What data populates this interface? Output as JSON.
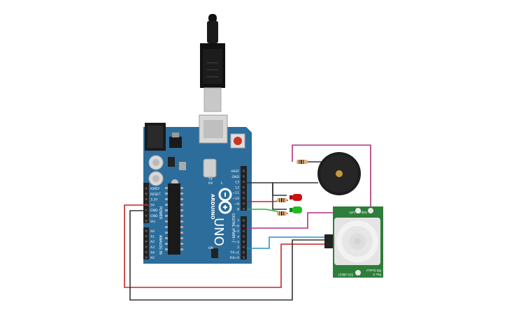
{
  "board": {
    "name": "UNO",
    "brand": "ARDUINO",
    "power_header": "POWER",
    "analog_header": "ANALOG IN",
    "digital_header": "DIGITAL (PWM~)",
    "power_pins": [
      "IOREF",
      "RESET",
      "3.3V",
      "5V",
      "GND",
      "GND",
      "Vin"
    ],
    "analog_pins": [
      "A0",
      "A1",
      "A2",
      "A3",
      "A4",
      "A5"
    ],
    "digital_pins_top": [
      "AREF",
      "GND",
      "13",
      "12",
      "~11",
      "~10",
      "~9",
      "8"
    ],
    "digital_pins_bottom": [
      "7",
      "~6",
      "~5",
      "4",
      "~3",
      "2",
      "TX→1",
      "RX←0"
    ],
    "led_label": "L",
    "tx_label": "TX",
    "rx_label": "RX",
    "on_label": "ON"
  },
  "pir": {
    "top_label": "Adjust, Left",
    "bottom_label_1": "PIR Sensor",
    "bottom_label_2": "Rev A",
    "bottom_label_3": "555-28027"
  },
  "colors": {
    "board": "#2c6d9c",
    "board_dark": "#1f527a",
    "header": "#222222",
    "wire_red": "#cc2222",
    "wire_black": "#333333",
    "wire_blue": "#2a8fc8",
    "wire_magenta": "#b03080",
    "wire_green": "#33aa44",
    "pir_board": "#2e7d3a",
    "led_red": "#cc1111",
    "led_green": "#22bb22"
  }
}
